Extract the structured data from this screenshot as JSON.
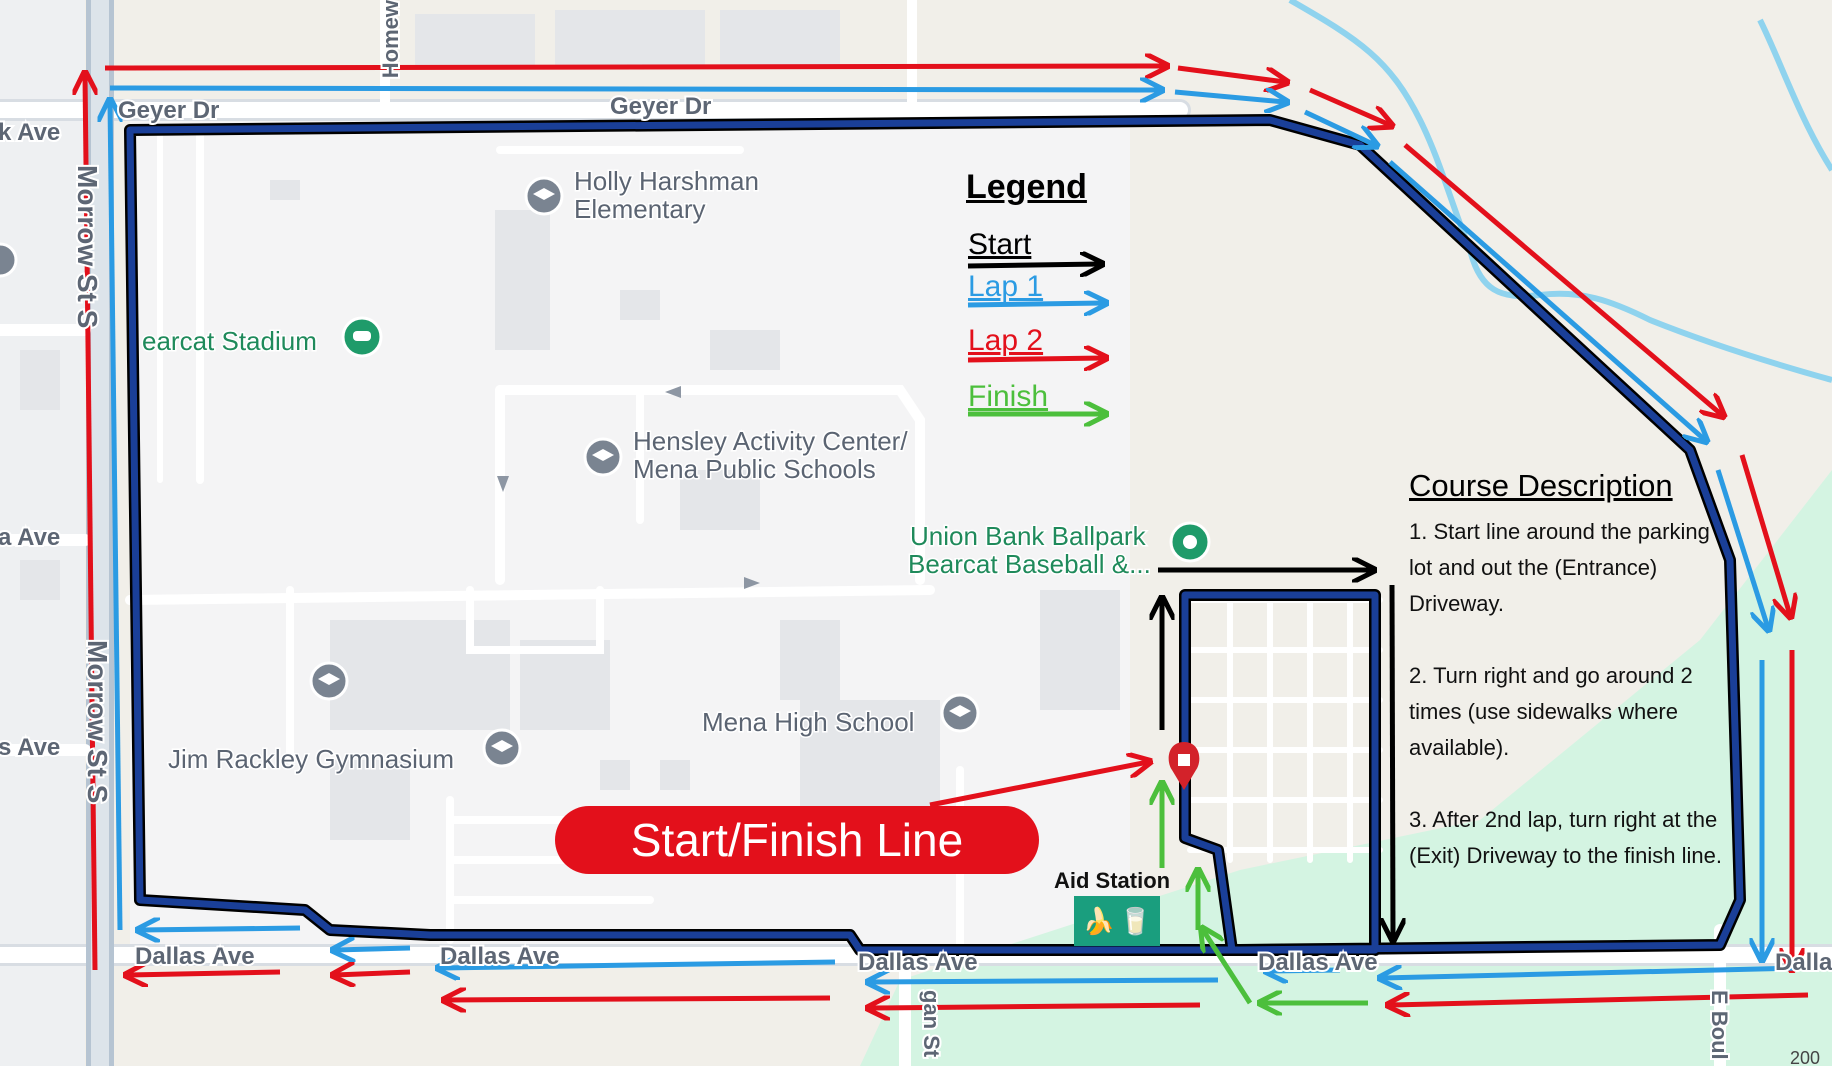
{
  "map": {
    "streets": {
      "geyer_dr_west": "Geyer Dr",
      "geyer_dr_east": "Geyer Dr",
      "dallas_ave_1": "Dallas Ave",
      "dallas_ave_2": "Dallas Ave",
      "dallas_ave_3": "Dallas Ave",
      "dallas_ave_4": "Dallas Ave",
      "dallas_ave_edge": "Dalla",
      "morrow_st_upper": "Morrow St S",
      "morrow_st_lower": "Morrow St S",
      "homew": "Homew",
      "logan_st": "gan St",
      "e_boul": "E Boul",
      "west_ave_1": "k Ave",
      "west_ave_2": "a Ave",
      "west_ave_3": "s Ave"
    },
    "pois": {
      "holly_line1": "Holly Harshman",
      "holly_line2": "Elementary",
      "stadium": "earcat Stadium",
      "hensley_line1": "Hensley Activity Center/",
      "hensley_line2": "Mena Public Schools",
      "ballpark_line1": "Union Bank Ballpark",
      "ballpark_line2": "Bearcat Baseball &...",
      "high_school": "Mena High School",
      "gym": "Jim Rackley Gymnasium"
    },
    "scale_label": "200"
  },
  "legend": {
    "title": "Legend",
    "items": [
      {
        "label": "Start",
        "color": "#000000"
      },
      {
        "label": "Lap 1",
        "color": "#2b9be3"
      },
      {
        "label": "Lap 2",
        "color": "#e3101b"
      },
      {
        "label": "Finish",
        "color": "#4cbf3c"
      }
    ]
  },
  "course": {
    "title": "Course Description",
    "steps": [
      "1. Start line around the parking lot and out the (Entrance) Driveway.",
      "2. Turn right and go around 2 times (use sidewalks where available).",
      "3. After 2nd lap, turn right at the (Exit) Driveway to the finish line."
    ]
  },
  "start_finish": {
    "label": "Start/Finish Line"
  },
  "aid_station": {
    "label": "Aid Station",
    "icons": [
      "banana-icon",
      "cup-icon"
    ]
  },
  "colors": {
    "route": "#1a3f98",
    "start": "#000000",
    "lap1": "#2b9be3",
    "lap2": "#e3101b",
    "finish": "#4cbf3c",
    "park": "#d4f4e2",
    "water": "#8fd3ee"
  }
}
